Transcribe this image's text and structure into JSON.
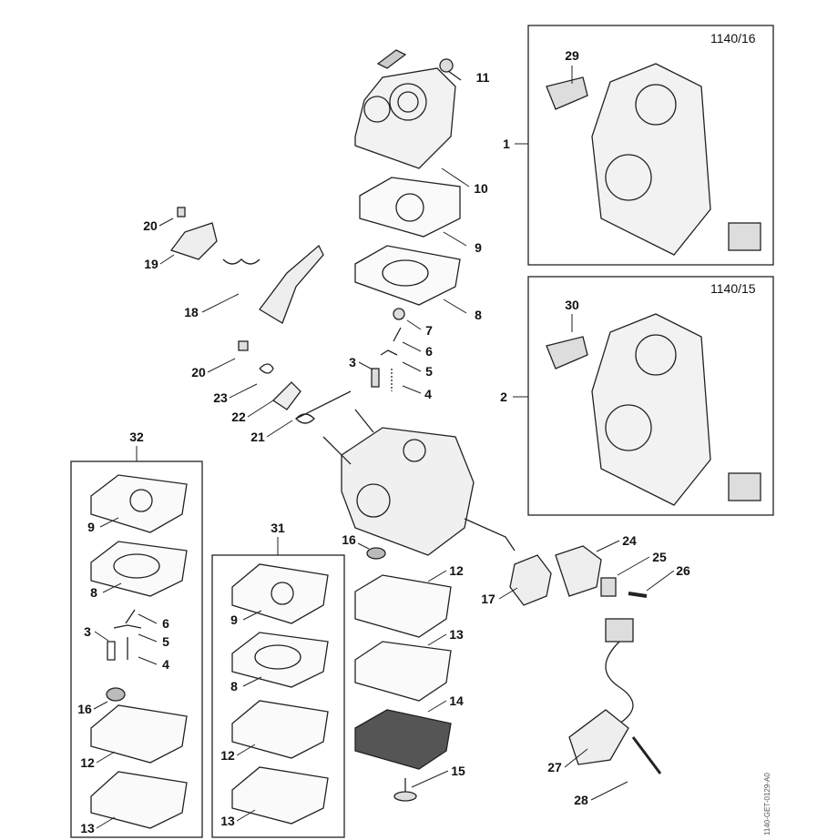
{
  "diagram": {
    "variants": [
      "1140/16",
      "1140/15"
    ],
    "document_id": "1140-GET-0129-A0",
    "labels": [
      "11",
      "10",
      "9",
      "8",
      "7",
      "6",
      "5",
      "4",
      "3",
      "20",
      "19",
      "18",
      "20",
      "23",
      "22",
      "21",
      "1",
      "2",
      "29",
      "30",
      "32",
      "9",
      "8",
      "6",
      "5",
      "4",
      "3",
      "16",
      "12",
      "13",
      "31",
      "9",
      "8",
      "12",
      "13",
      "16",
      "12",
      "13",
      "14",
      "15",
      "17",
      "24",
      "25",
      "26",
      "27",
      "28"
    ]
  }
}
